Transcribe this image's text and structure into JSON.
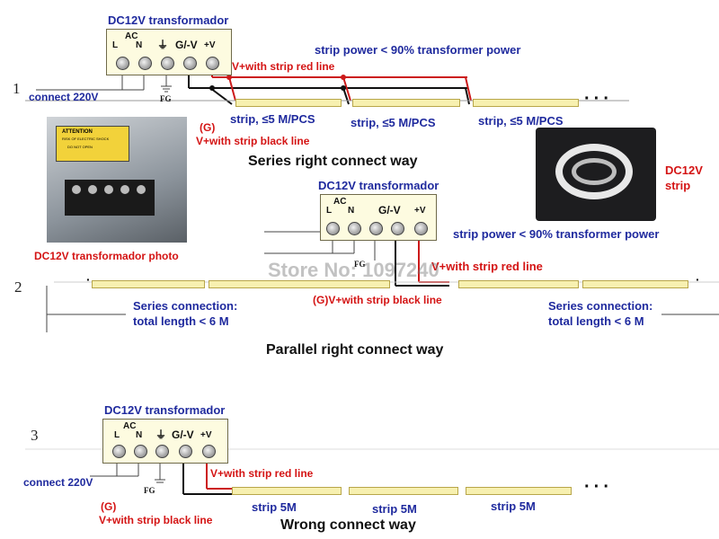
{
  "section1": {
    "number": "1",
    "transformer_title": "DC12V transformador",
    "terminals": {
      "ac": "AC",
      "l": "L",
      "n": "N",
      "g": "⏚",
      "gv": "G/-V",
      "v": "+V"
    },
    "connect_label": "connect 220V",
    "fg": "FG",
    "power_note": "strip power < 90% transformer power",
    "red_line": "V+with strip red line",
    "g_mark": "(G)",
    "black_line": "V+with strip black line",
    "strip_labels": [
      "strip, ≤5 M/PCS",
      "strip, ≤5 M/PCS",
      "strip, ≤5 M/PCS"
    ],
    "caption": "Series right connect way"
  },
  "photo1": {
    "caption": "DC12V transformador photo",
    "warning": "ATTENTION",
    "warning_sub": "RISK OF ELECTRIC SHOCK",
    "donot": "DO NOT OPEN"
  },
  "photo2": {
    "caption": "DC12V\nstrip"
  },
  "section2": {
    "number": "2",
    "transformer_title": "DC12V transformador",
    "terminals": {
      "ac": "AC",
      "l": "L",
      "n": "N",
      "gv": "G/-V",
      "v": "+V"
    },
    "fg": "FG",
    "power_note": "strip power < 90% transformer power",
    "red_line": "V+with strip red line",
    "black_line": "(G)V+with strip black line",
    "series_left": [
      "Series connection:",
      "total length < 6 M"
    ],
    "series_right": [
      "Series connection:",
      "total length < 6 M"
    ],
    "caption": "Parallel right connect way"
  },
  "watermark": "Store No: 1097240",
  "section3": {
    "number": "3",
    "transformer_title": "DC12V transformador",
    "terminals": {
      "ac": "AC",
      "l": "L",
      "n": "N",
      "g": "⏚",
      "gv": "G/-V",
      "v": "+V"
    },
    "connect_label": "connect 220V",
    "fg": "FG",
    "red_line": "V+with strip red line",
    "g_mark": "(G)",
    "black_line": "V+with strip black line",
    "strip_labels": [
      "strip 5M",
      "strip 5M",
      "strip 5M"
    ],
    "caption": "Wrong connect way"
  },
  "colors": {
    "label_blue": "#1f2a9e",
    "label_red": "#d41414",
    "wire_red": "#cc1a1a",
    "wire_black": "#111111"
  }
}
